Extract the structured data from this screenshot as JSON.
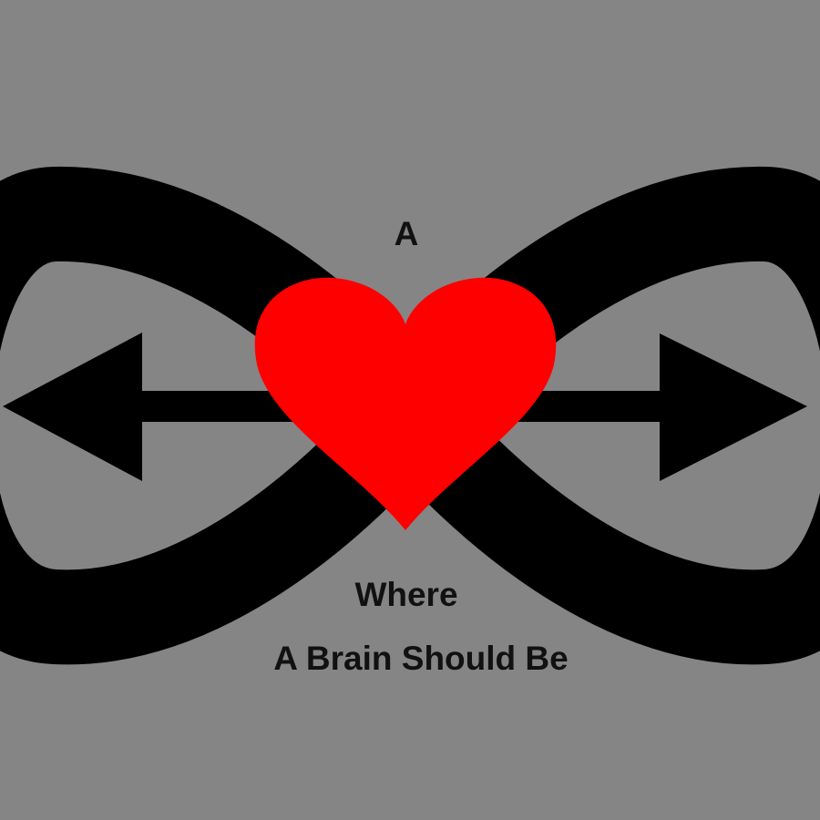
{
  "poster": {
    "word_top": "A",
    "word_middle": "Where",
    "line_bottom": "A Brain Should Be"
  },
  "colors": {
    "background": "#858585",
    "infinity": "#000000",
    "arrow": "#000000",
    "heart": "#ff0000",
    "text": "#111111"
  },
  "icons": [
    "infinity-icon",
    "double-arrow-icon",
    "heart-icon"
  ]
}
